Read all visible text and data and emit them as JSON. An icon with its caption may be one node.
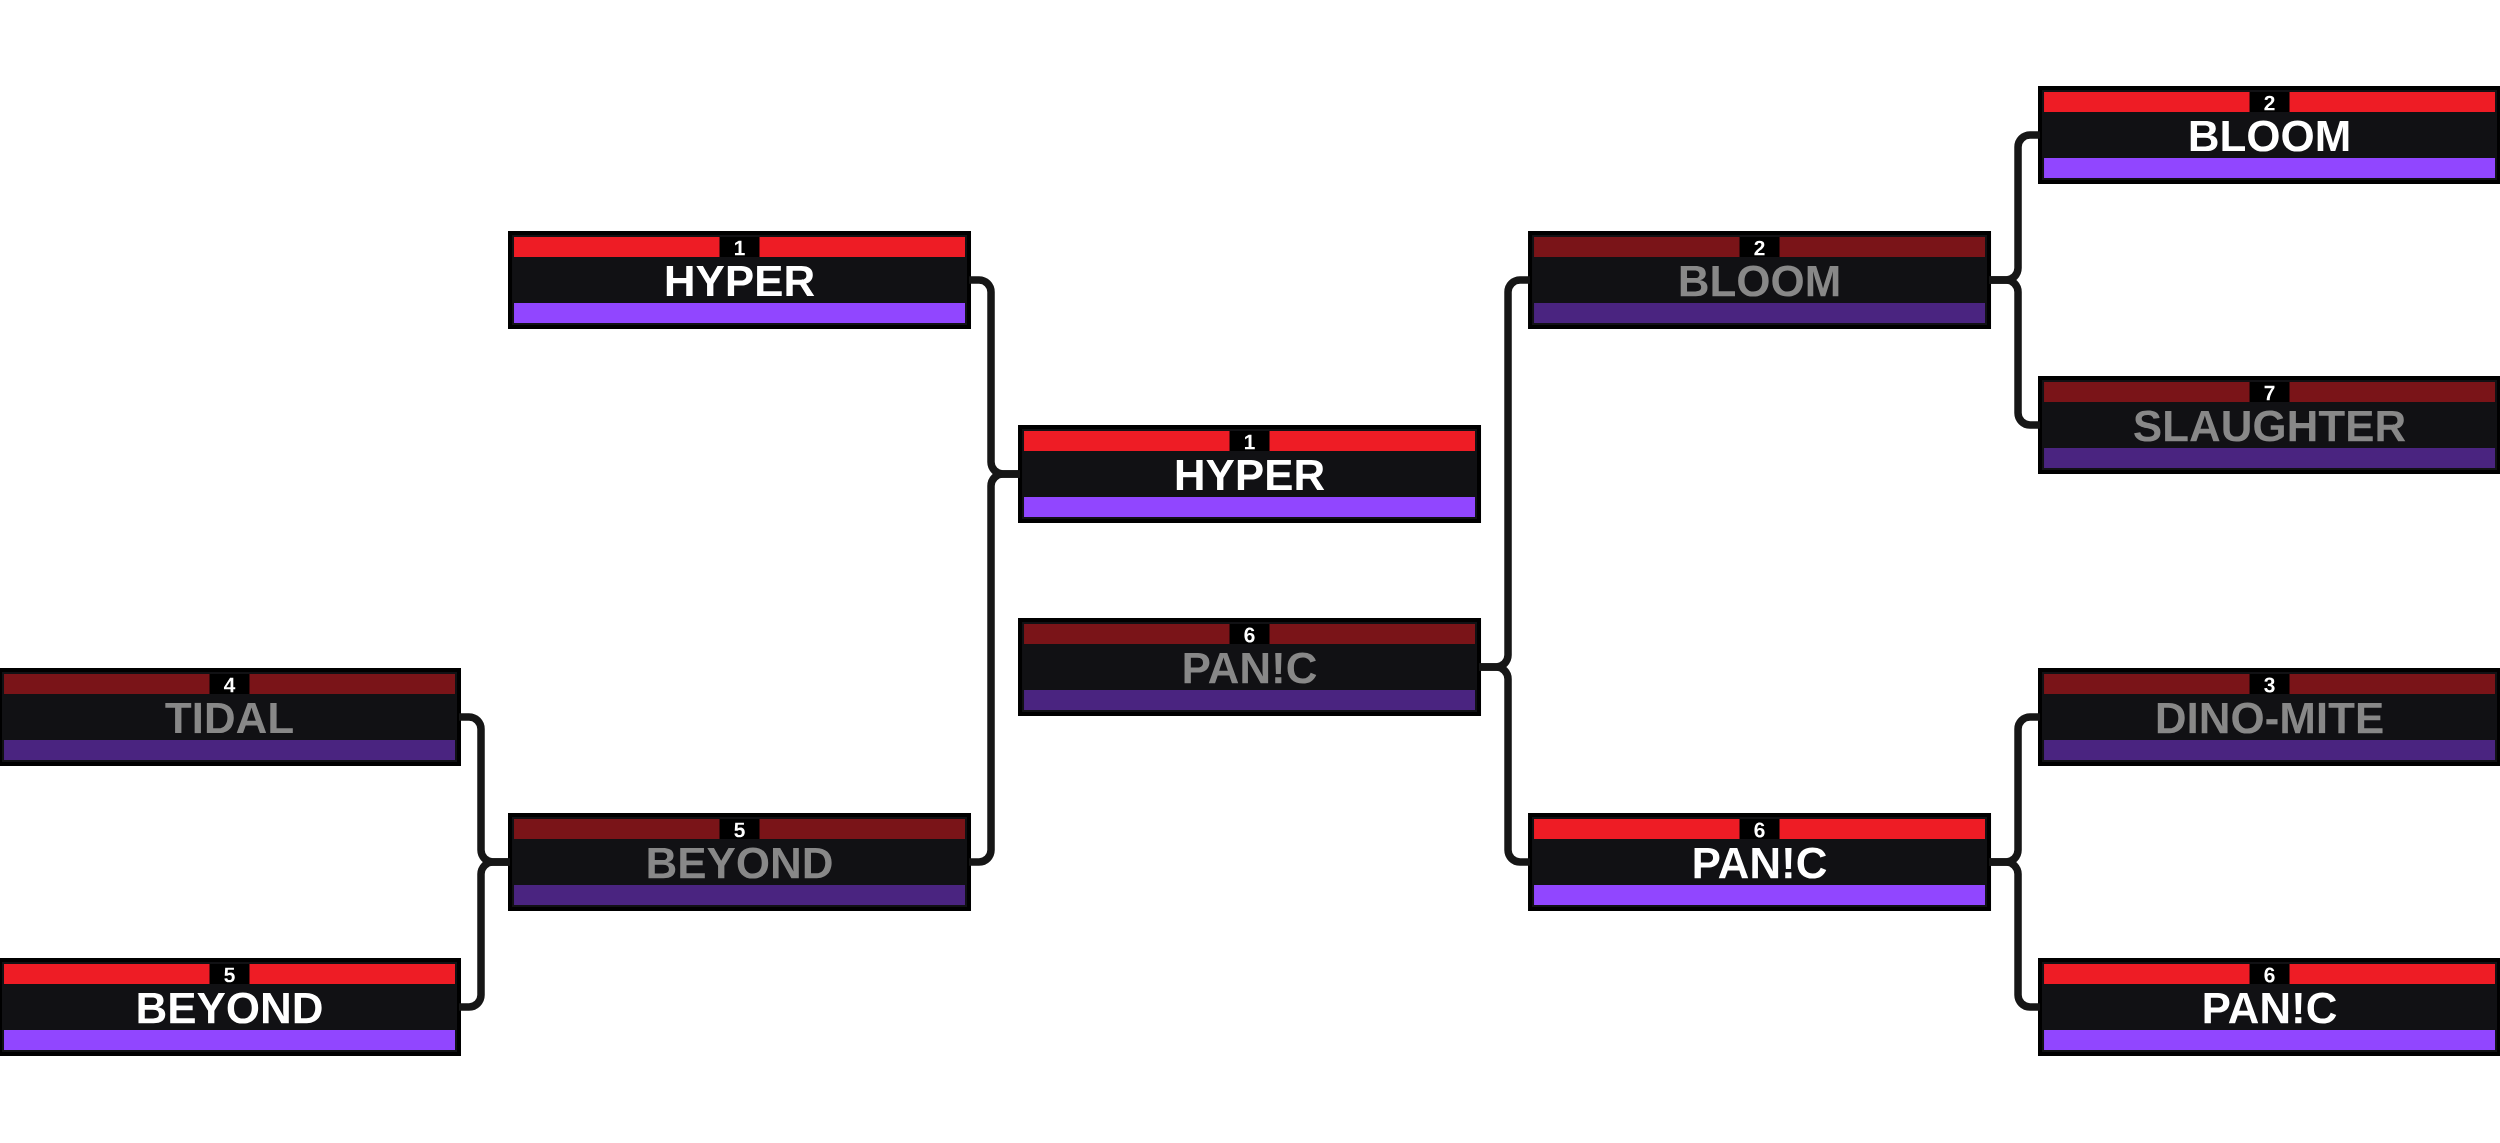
{
  "diagram": {
    "nodes": [
      {
        "text": [
          "4",
          "TIDAL"
        ]
      },
      {
        "text": [
          "5",
          "BEYOND"
        ]
      },
      {
        "text": [
          "1",
          "HYPER"
        ]
      },
      {
        "text": [
          "5",
          "BEYOND"
        ]
      },
      {
        "text": [
          "1",
          "HYPER"
        ]
      },
      {
        "text": [
          "6",
          "PAN!C"
        ]
      },
      {
        "text": [
          "2",
          "BLOOM"
        ]
      },
      {
        "text": [
          "6",
          "PAN!C"
        ]
      },
      {
        "text": [
          "2",
          "BLOOM"
        ]
      },
      {
        "text": [
          "7",
          "SLAUGHTER"
        ]
      },
      {
        "text": [
          "3",
          "DINO-MITE"
        ]
      },
      {
        "text": [
          "6",
          "PAN!C"
        ]
      }
    ],
    "edges": [
      {
        "from": 0,
        "to": 3,
        "arrow": "none"
      },
      {
        "from": 1,
        "to": 3,
        "arrow": "none"
      },
      {
        "from": 2,
        "to": 4,
        "arrow": "none"
      },
      {
        "from": 3,
        "to": 4,
        "arrow": "none"
      },
      {
        "from": 8,
        "to": 6,
        "arrow": "none"
      },
      {
        "from": 9,
        "to": 6,
        "arrow": "none"
      },
      {
        "from": 10,
        "to": 7,
        "arrow": "none"
      },
      {
        "from": 11,
        "to": 7,
        "arrow": "none"
      },
      {
        "from": 6,
        "to": 5,
        "arrow": "none"
      },
      {
        "from": 7,
        "to": 5,
        "arrow": "none"
      }
    ]
  }
}
